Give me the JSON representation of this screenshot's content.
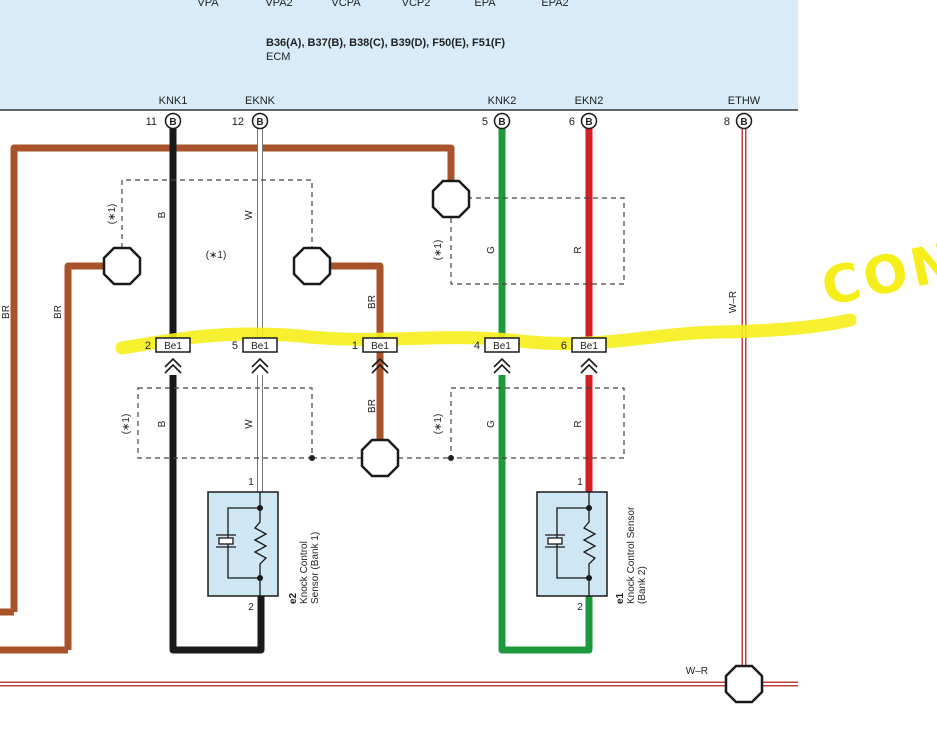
{
  "header": {
    "top_labels": [
      "VPA",
      "VPA2",
      "VCPA",
      "VCP2",
      "EPA",
      "EPA2"
    ],
    "connector_list": "B36(A), B37(B), B38(C), B39(D), F50(E), F51(F)",
    "ecm_label": "ECM"
  },
  "pins": [
    {
      "name": "KNK1",
      "num": "11",
      "conn": "B"
    },
    {
      "name": "EKNK",
      "num": "12",
      "conn": "B"
    },
    {
      "name": "KNK2",
      "num": "5",
      "conn": "B"
    },
    {
      "name": "EKN2",
      "num": "6",
      "conn": "B"
    },
    {
      "name": "ETHW",
      "num": "8",
      "conn": "B"
    }
  ],
  "connectors": [
    {
      "num": "2",
      "label": "Be1"
    },
    {
      "num": "5",
      "label": "Be1"
    },
    {
      "num": "1",
      "label": "Be1"
    },
    {
      "num": "4",
      "label": "Be1"
    },
    {
      "num": "6",
      "label": "Be1"
    }
  ],
  "wire_labels": {
    "br": "BR",
    "b": "B",
    "w": "W",
    "g": "G",
    "r": "R",
    "w_r": "W–R",
    "star1": "(∗1)"
  },
  "sensors": {
    "bank1": {
      "id": "e2",
      "name": "Knock Control",
      "name2": "Sensor (Bank 1)",
      "pin_top": "1",
      "pin_bottom": "2"
    },
    "bank2": {
      "id": "e1",
      "name": "Knock Control Sensor",
      "name2": "(Bank 2)",
      "pin_top": "1",
      "pin_bottom": "2"
    }
  },
  "annotation": {
    "text": "CON"
  },
  "colors": {
    "ecm_fill": "#d7ecf8",
    "br_wire": "#a8532a",
    "b_wire": "#1a1a1a",
    "g_wire": "#1e9a3c",
    "r_wire": "#d42020",
    "highlight": "#f5ee1a",
    "sensor_fill": "#cfe6f4"
  }
}
